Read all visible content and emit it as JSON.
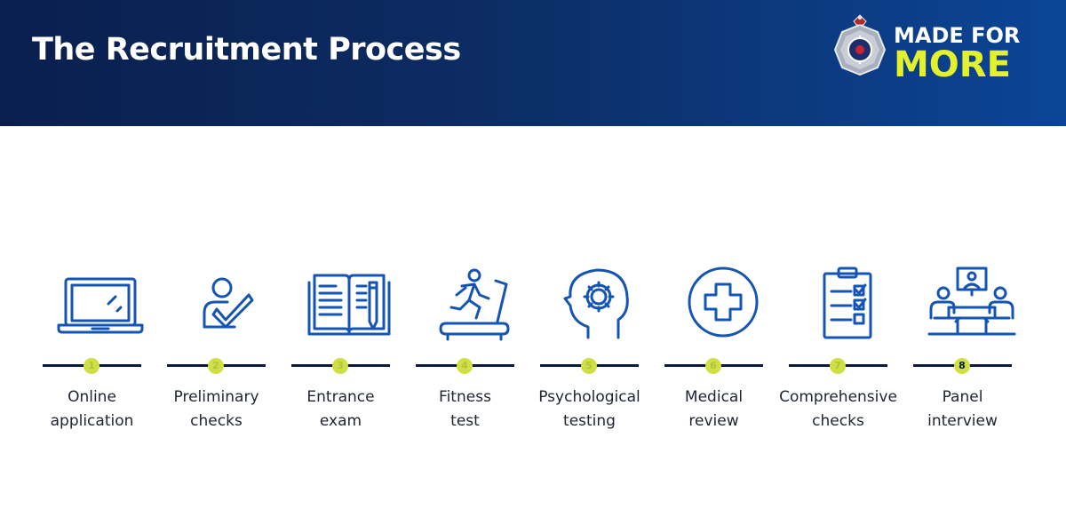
{
  "header": {
    "title": "The Recruitment Process",
    "colors": {
      "banner_start": "#0a1f4e",
      "banner_end": "#0b4596",
      "accent": "#e3f02e"
    }
  },
  "logo": {
    "line1": "MADE FOR",
    "line2": "MORE",
    "emblem": "police-badge-icon"
  },
  "steps": [
    {
      "number": "1",
      "icon": "laptop-icon",
      "label_line1": "Online",
      "label_line2": "application"
    },
    {
      "number": "2",
      "icon": "person-check-icon",
      "label_line1": "Preliminary",
      "label_line2": "checks"
    },
    {
      "number": "3",
      "icon": "open-book-pencil-icon",
      "label_line1": "Entrance",
      "label_line2": "exam"
    },
    {
      "number": "4",
      "icon": "treadmill-runner-icon",
      "label_line1": "Fitness",
      "label_line2": "test"
    },
    {
      "number": "5",
      "icon": "head-gear-icon",
      "label_line1": "Psychological",
      "label_line2": "testing"
    },
    {
      "number": "6",
      "icon": "medical-cross-icon",
      "label_line1": "Medical",
      "label_line2": "review"
    },
    {
      "number": "7",
      "icon": "clipboard-checklist-icon",
      "label_line1": "Comprehensive",
      "label_line2": "checks"
    },
    {
      "number": "8",
      "icon": "panel-meeting-icon",
      "label_line1": "Panel",
      "label_line2": "interview"
    }
  ]
}
